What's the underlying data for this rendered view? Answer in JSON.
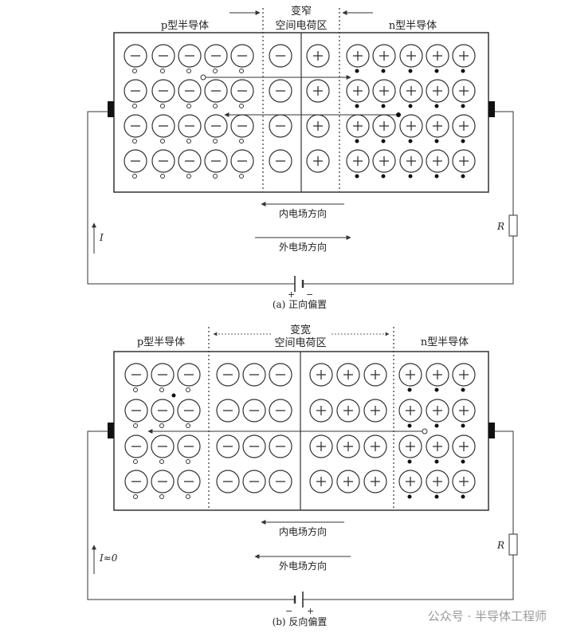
{
  "diagrams": [
    {
      "id": "forward",
      "p_label": "p型半导体",
      "n_label": "n型半导体",
      "region_label_1": "变窄",
      "region_label_2": "空间电荷区",
      "inner_field_label": "内电场方向",
      "outer_field_label": "外电场方向",
      "current_label": "I",
      "resistor_label": "R",
      "battery_left": "+",
      "battery_right": "−",
      "caption": "(a) 正向偏置"
    },
    {
      "id": "reverse",
      "p_label": "p型半导体",
      "n_label": "n型半导体",
      "region_label_1": "变宽",
      "region_label_2": "空间电荷区",
      "inner_field_label": "内电场方向",
      "outer_field_label": "外电场方向",
      "current_label": "I≈0",
      "resistor_label": "R",
      "battery_left": "−",
      "battery_right": "+",
      "caption": "(b) 反向偏置"
    }
  ],
  "watermark": "公众号 · 半导体工程师"
}
